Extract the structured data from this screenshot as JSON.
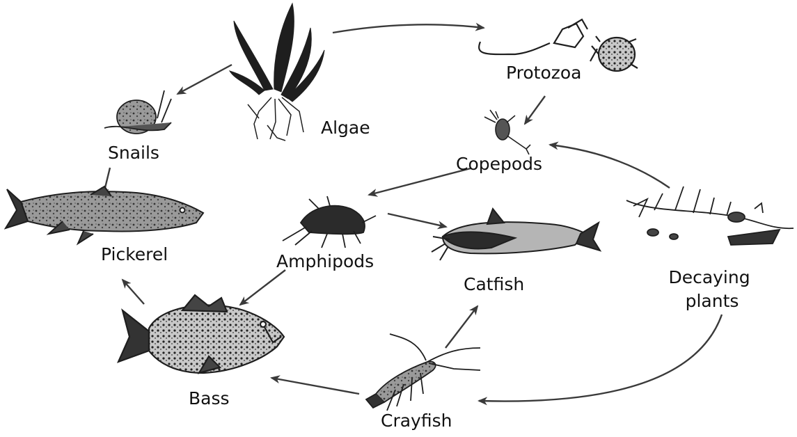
{
  "organisms": {
    "algae": "Algae",
    "protozoa": "Protozoa",
    "snails": "Snails",
    "copepods": "Copepods",
    "pickerel": "Pickerel",
    "amphipods": "Amphipods",
    "catfish": "Catfish",
    "decaying_line1": "Decaying",
    "decaying_line2": "plants",
    "bass": "Bass",
    "crayfish": "Crayfish"
  },
  "links": [
    {
      "from": "Algae",
      "to": "Protozoa"
    },
    {
      "from": "Algae",
      "to": "Snails"
    },
    {
      "from": "Protozoa",
      "to": "Copepods"
    },
    {
      "from": "Snails",
      "to": "Pickerel"
    },
    {
      "from": "Decaying plants",
      "to": "Copepods"
    },
    {
      "from": "Copepods",
      "to": "Amphipods"
    },
    {
      "from": "Amphipods",
      "to": "Catfish"
    },
    {
      "from": "Amphipods",
      "to": "Bass"
    },
    {
      "from": "Bass",
      "to": "Pickerel"
    },
    {
      "from": "Crayfish",
      "to": "Catfish"
    },
    {
      "from": "Crayfish",
      "to": "Bass"
    },
    {
      "from": "Decaying plants",
      "to": "Crayfish"
    }
  ]
}
